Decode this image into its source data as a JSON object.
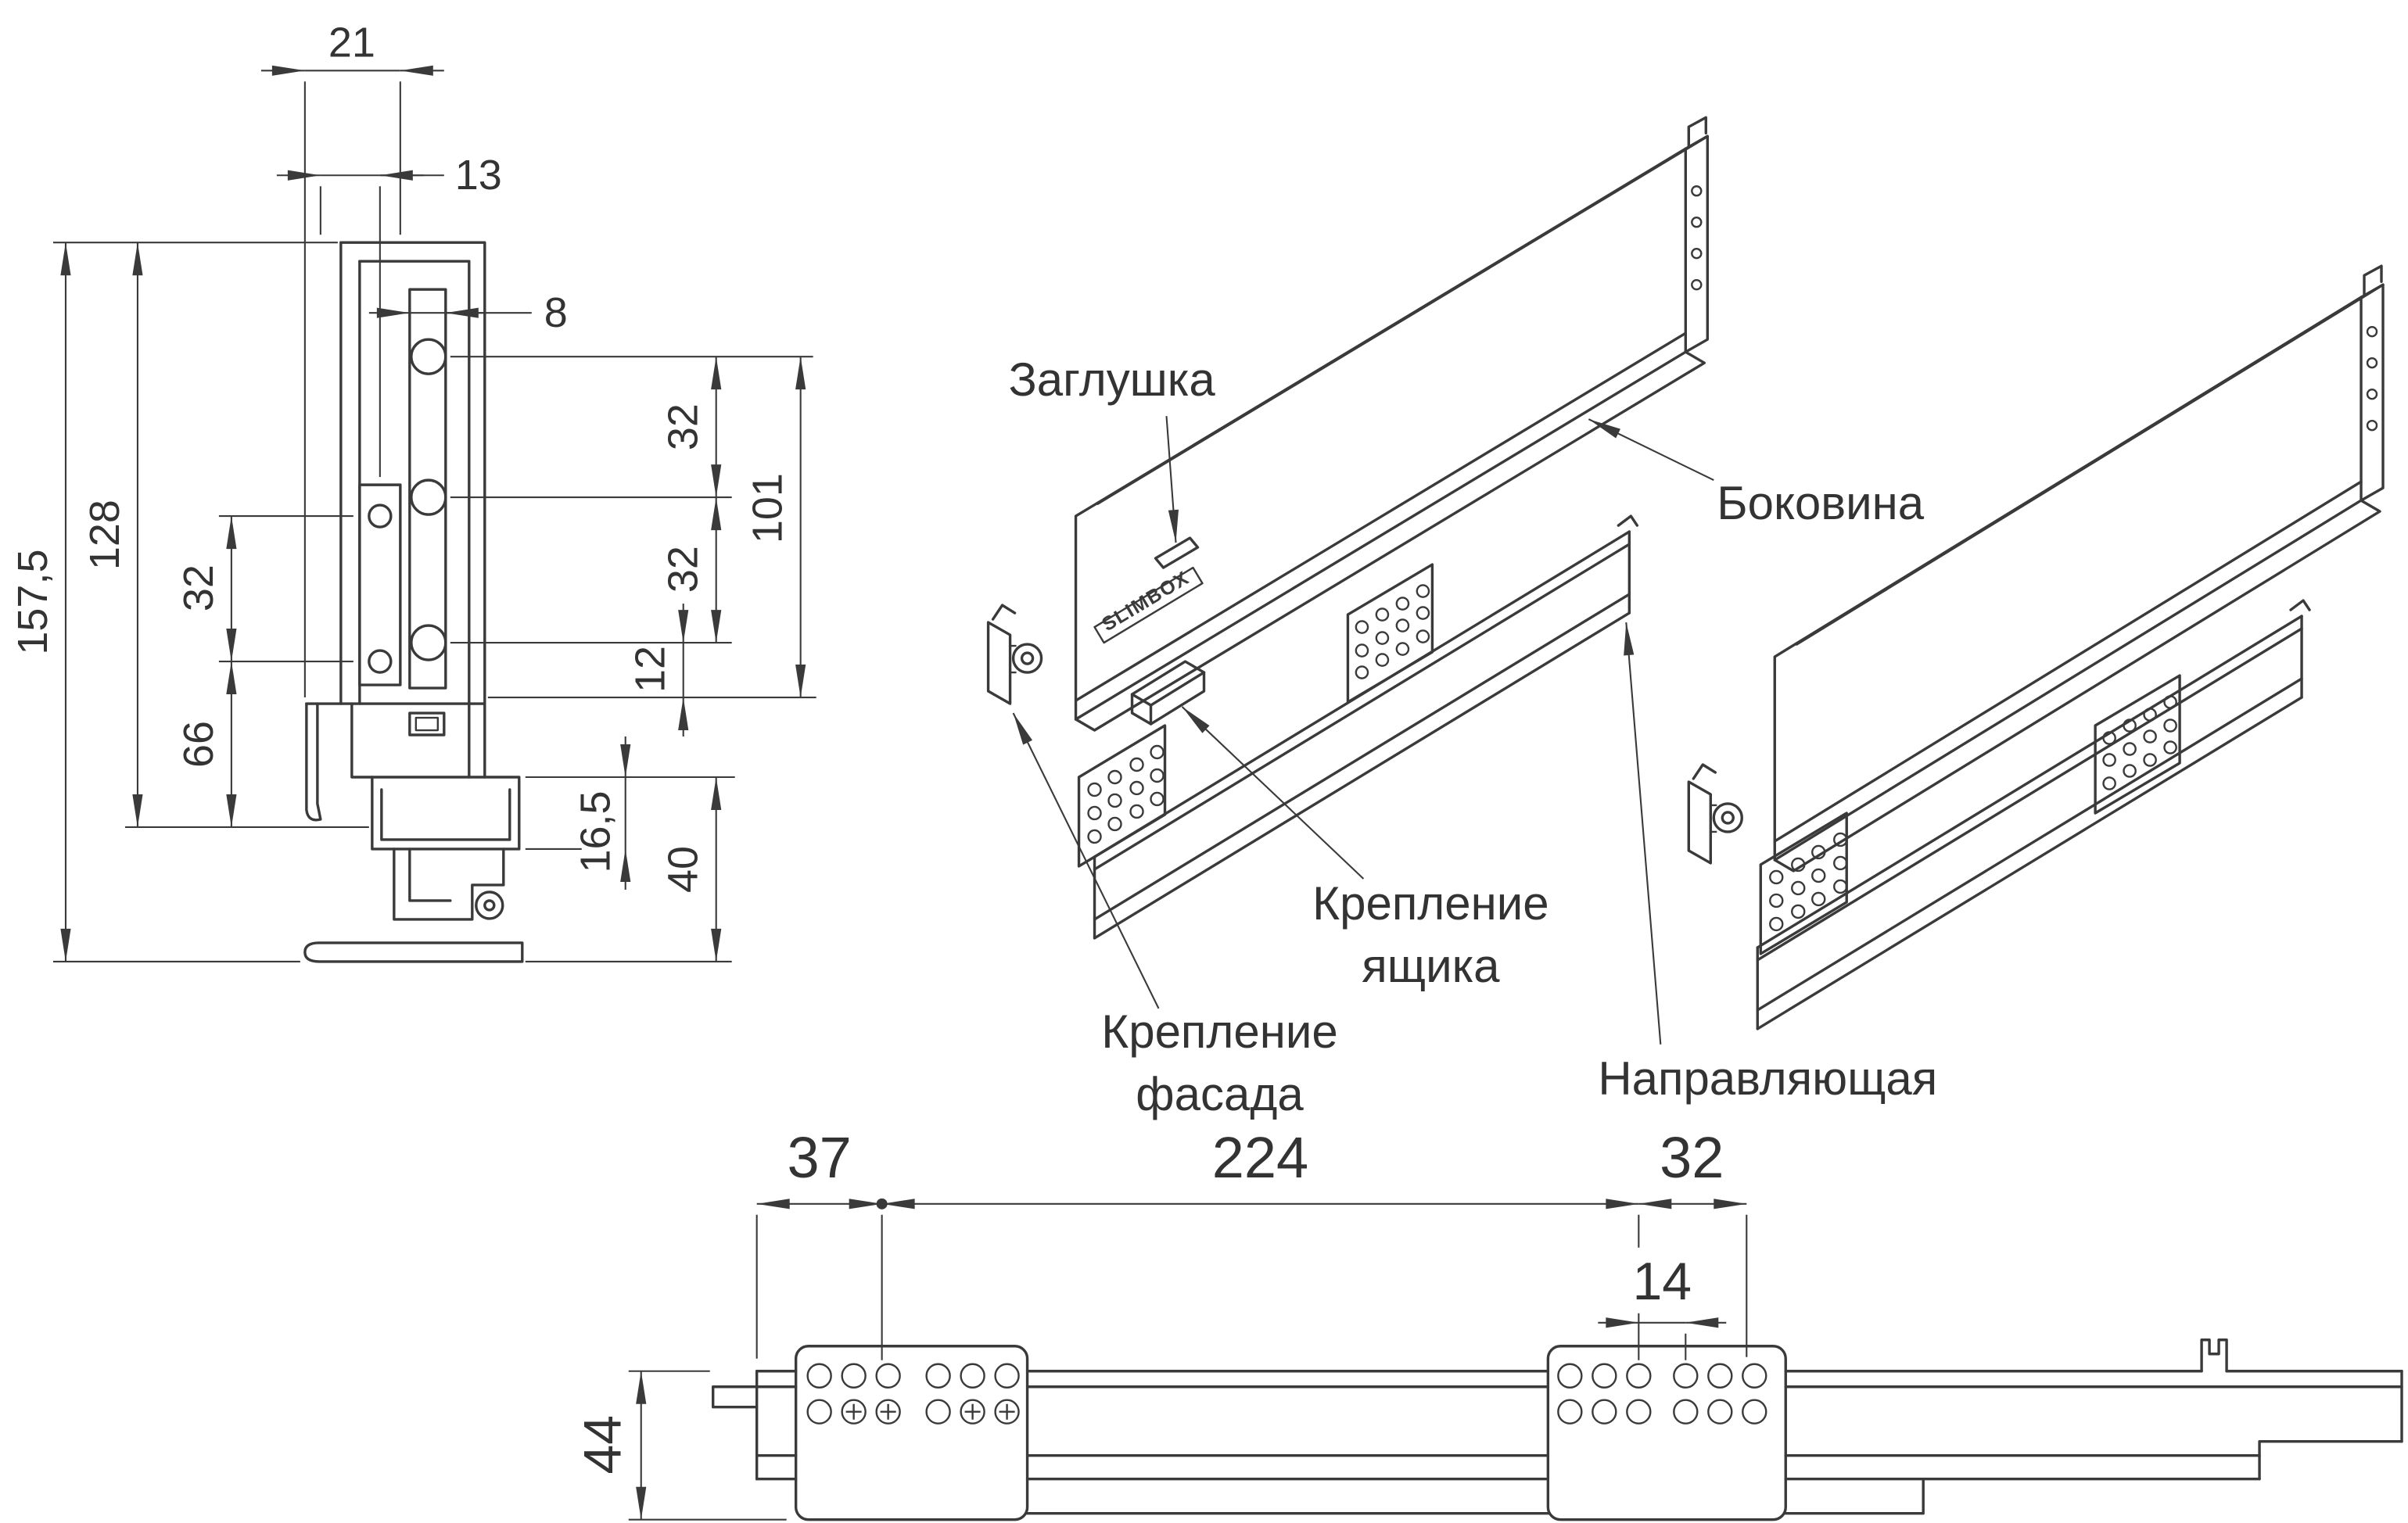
{
  "drawing": {
    "background": "#ffffff",
    "line_color": "#3a3a3a",
    "text_color": "#333333"
  },
  "cross_section_view": {
    "dims": {
      "top_width": "21",
      "top_offset": "13",
      "hole_offset": "8",
      "total_height": "157,5",
      "side_height": "128",
      "left_pitch": "32",
      "bottom_left_height": "66",
      "right_pitch_upper": "32",
      "right_span": "101",
      "right_pitch_lower": "32",
      "right_gap": "12",
      "bottom_offset": "16,5",
      "bottom_height": "40"
    }
  },
  "exploded_view": {
    "brand": "SLIMBOX",
    "labels": {
      "plug": "Заглушка",
      "side_panel": "Боковина",
      "drawer_mount_line1": "Крепление",
      "drawer_mount_line2": "ящика",
      "front_mount_line1": "Крепление",
      "front_mount_line2": "фасада",
      "rail": "Направляющая"
    }
  },
  "rail_side_view": {
    "dims": {
      "front_offset": "37",
      "mount_span": "224",
      "rear_offset": "32",
      "rear_hole_pitch": "14",
      "rail_height": "44"
    }
  }
}
